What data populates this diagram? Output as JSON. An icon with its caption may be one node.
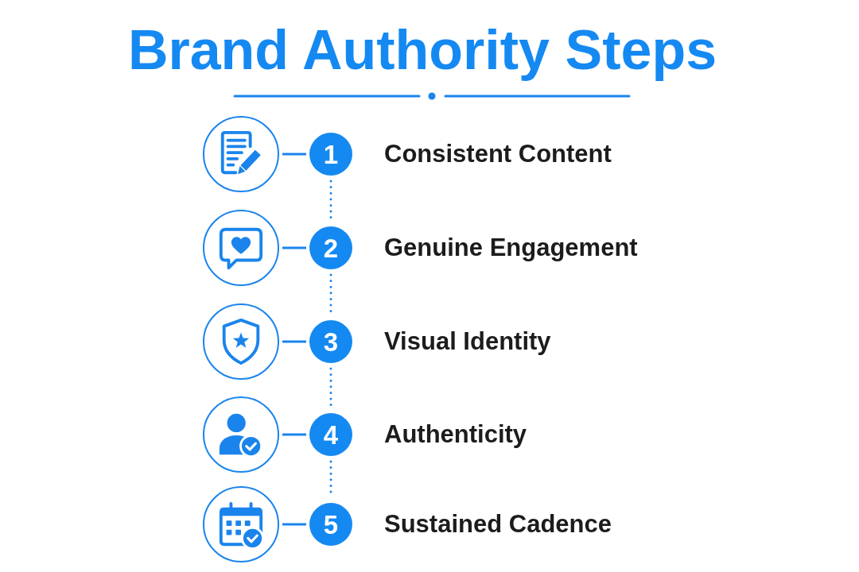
{
  "diagram": {
    "title": "Brand Authority Steps",
    "nodes": [
      {
        "text": [],
        "shape": "circle"
      },
      {
        "text": [
          "1"
        ],
        "beside": [
          "Consistent Content"
        ]
      },
      {
        "text": [],
        "shape": "circle"
      },
      {
        "text": [
          "2"
        ],
        "beside": [
          "Genuine Engagement"
        ]
      },
      {
        "text": [],
        "shape": "circle"
      },
      {
        "text": [
          "3"
        ],
        "beside": [
          "Visual Identity"
        ]
      },
      {
        "text": [],
        "shape": "circle"
      },
      {
        "text": [
          "4"
        ],
        "beside": [
          "Authenticity"
        ]
      },
      {
        "text": [],
        "shape": "circle"
      },
      {
        "text": [
          "5"
        ],
        "beside": [
          "Sustained Cadence"
        ]
      }
    ],
    "edges": [
      {
        "from": 0,
        "to": 1,
        "arrow": "none"
      },
      {
        "from": 2,
        "to": 3,
        "arrow": "none"
      },
      {
        "from": 4,
        "to": 5,
        "arrow": "none"
      },
      {
        "from": 6,
        "to": 7,
        "arrow": "none"
      },
      {
        "from": 8,
        "to": 9,
        "arrow": "none"
      },
      {
        "from": 1,
        "to": 3,
        "arrow": "none",
        "style": "dashed"
      },
      {
        "from": 3,
        "to": 5,
        "arrow": "none",
        "style": "dashed"
      },
      {
        "from": 5,
        "to": 7,
        "arrow": "none",
        "style": "dashed"
      },
      {
        "from": 7,
        "to": 9,
        "arrow": "none",
        "style": "dashed"
      }
    ]
  }
}
